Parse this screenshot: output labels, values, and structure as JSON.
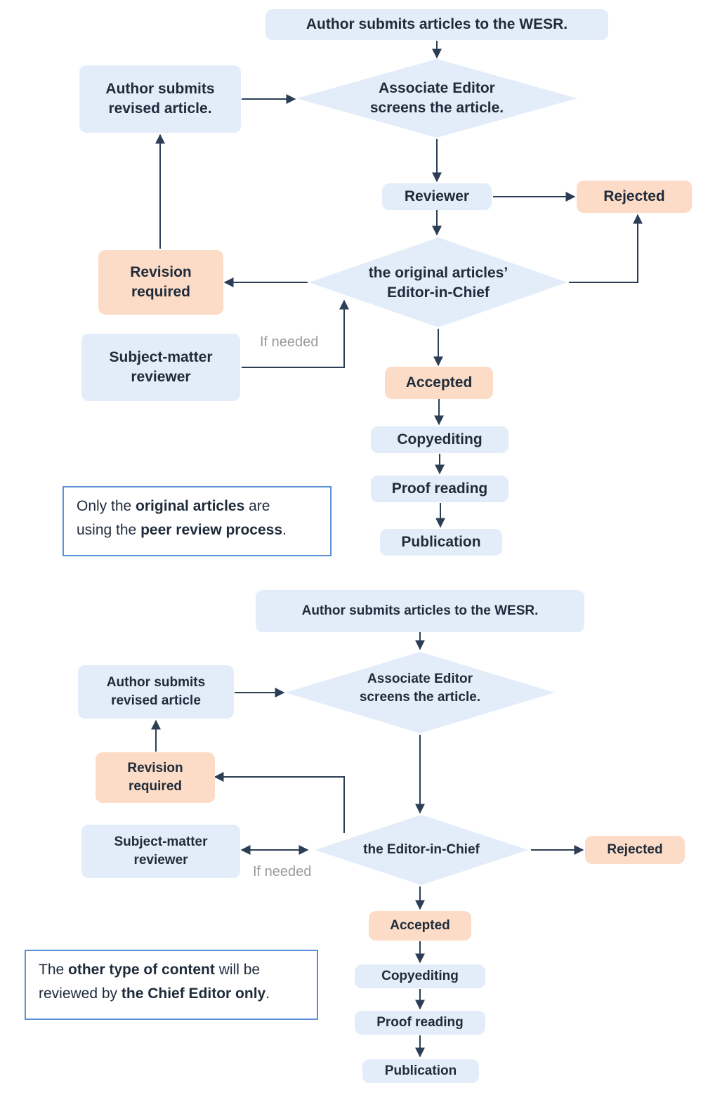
{
  "colors": {
    "node_blue": "#e3edfa",
    "node_peach": "#fcdcc6",
    "arrow": "#2c3e55",
    "note_border": "#5b8fd6",
    "label_gray": "#9a9a9a"
  },
  "diagram1": {
    "submit": "Author submits articles to the WESR.",
    "screen": "Associate Editor\nscreens the article.",
    "revised": "Author submits\nrevised article.",
    "reviewer": "Reviewer",
    "rejected": "Rejected",
    "eic": "the original articles’\nEditor-in-Chief",
    "revision": "Revision\nrequired",
    "sme": "Subject-matter\nreviewer",
    "if_needed": "If needed",
    "accepted": "Accepted",
    "copyediting": "Copyediting",
    "proof": "Proof reading",
    "publication": "Publication",
    "note": {
      "p1": "Only the ",
      "b1": "original articles",
      "p2": " are",
      "p3": "using the ",
      "b2": "peer review process",
      "p4": "."
    }
  },
  "diagram2": {
    "submit": "Author submits articles to the WESR.",
    "screen": "Associate Editor\nscreens the article.",
    "revised": "Author submits\nrevised article",
    "revision": "Revision\nrequired",
    "sme": "Subject-matter\nreviewer",
    "if_needed": "If needed",
    "eic": "the Editor-in-Chief",
    "rejected": "Rejected",
    "accepted": "Accepted",
    "copyediting": "Copyediting",
    "proof": "Proof reading",
    "publication": "Publication",
    "note": {
      "p1": "The ",
      "b1": "other type of content",
      "p2": " will be",
      "p3": "reviewed by ",
      "b2": "the Chief Editor only",
      "p4": "."
    }
  }
}
